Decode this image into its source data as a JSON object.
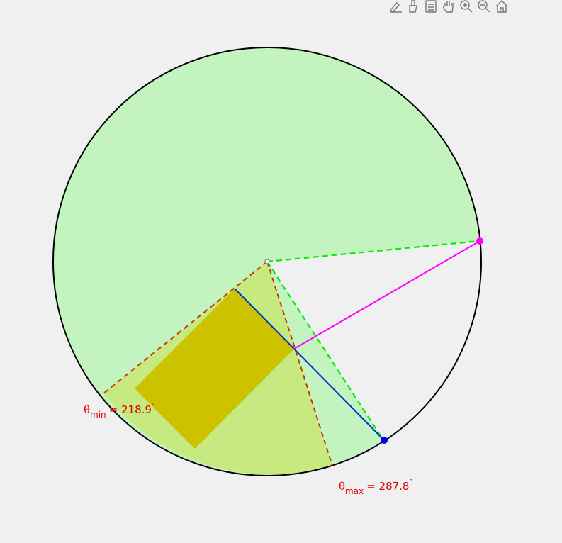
{
  "toolbar": {
    "items": [
      {
        "name": "edit-pen-icon"
      },
      {
        "name": "brush-icon"
      },
      {
        "name": "menu-list-icon"
      },
      {
        "name": "pan-hand-icon"
      },
      {
        "name": "zoom-in-icon"
      },
      {
        "name": "zoom-out-icon"
      },
      {
        "name": "home-icon"
      }
    ]
  },
  "diagram": {
    "theta_min": {
      "symbol": "θ",
      "subscript": "min",
      "value": "= 218.9",
      "degree": "°"
    },
    "theta_max": {
      "symbol": "θ",
      "subscript": "max",
      "value": "= 287.8",
      "degree": "°"
    },
    "colors": {
      "disk_fill": "#c3f4c0",
      "background": "#f0f0f0",
      "feasible_sector": "#c6ea80",
      "rectangle": "#ccc200",
      "green_dashed": "#00ee00",
      "red_dashed": "#cc3300",
      "blue_line": "#0033cc",
      "magenta_line": "#ff00ff",
      "blue_point": "#0000ee",
      "magenta_point": "#ff00ff"
    }
  }
}
